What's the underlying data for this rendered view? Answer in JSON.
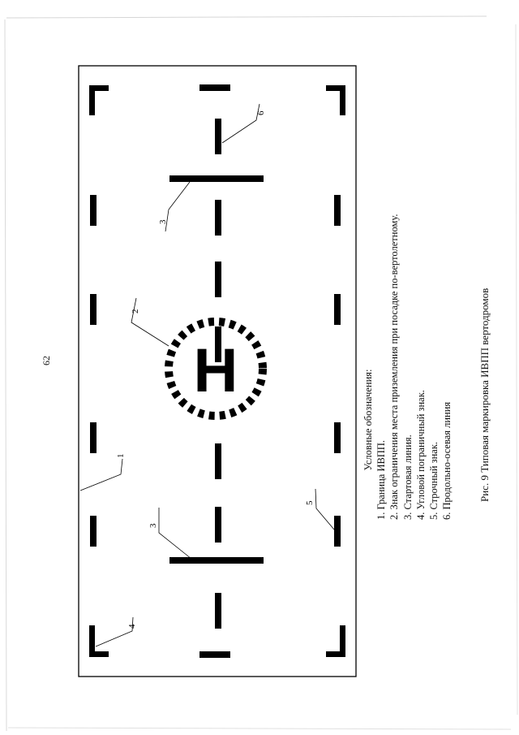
{
  "page_number": "62",
  "callouts": [
    "1",
    "2",
    "3",
    "3",
    "4",
    "5",
    "6"
  ],
  "helipad_letter": "H",
  "legend": {
    "title": "Условные обозначения:",
    "items": [
      "1. Граница ИВПП.",
      "2. Знак ограничения места приземления при посадке по-вертолетному.",
      "3. Стартовая линия.",
      "4. Угловой пограничный знак.",
      "5. Строчный знак.",
      "6. Продольно-осевая линия"
    ]
  },
  "caption": "Рис. 9 Типовая маркировка ИВПП вертодромов",
  "colors": {
    "ink": "#000000",
    "paper": "#ffffff"
  }
}
